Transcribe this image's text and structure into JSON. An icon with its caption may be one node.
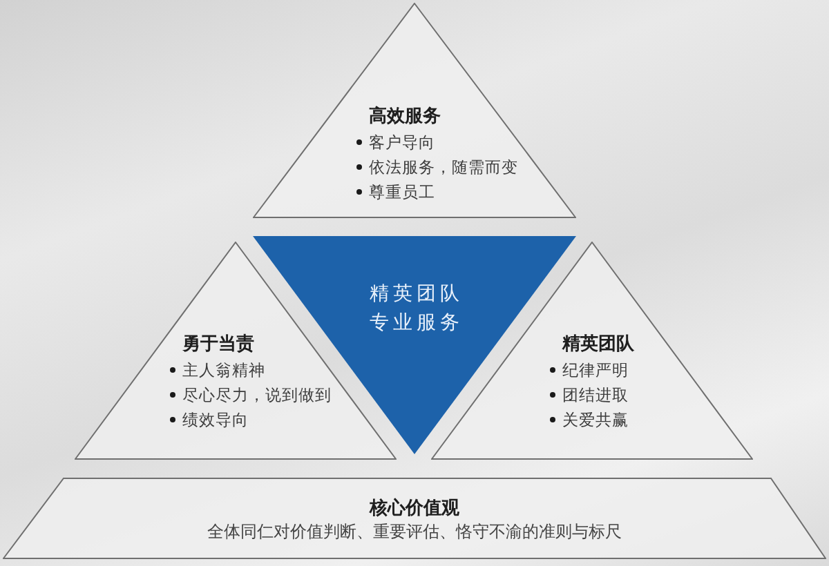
{
  "diagram": {
    "nodes": [
      {
        "text": [
          "高效服务",
          "客户导向",
          "依法服务，随需而变",
          "尊重员工"
        ]
      },
      {
        "text": [
          "勇于当责",
          "主人翁精神",
          "尽心尽力，说到做到",
          "绩效导向"
        ]
      },
      {
        "text": [
          "精英团队",
          "专业服务"
        ]
      },
      {
        "text": [
          "精英团队",
          "纪律严明",
          "团结进取",
          "关爱共赢"
        ]
      },
      {
        "text": [
          "核心价值观",
          "全体同仁对价值判断、重要评估、恪守不渝的准则与标尺"
        ]
      }
    ]
  }
}
